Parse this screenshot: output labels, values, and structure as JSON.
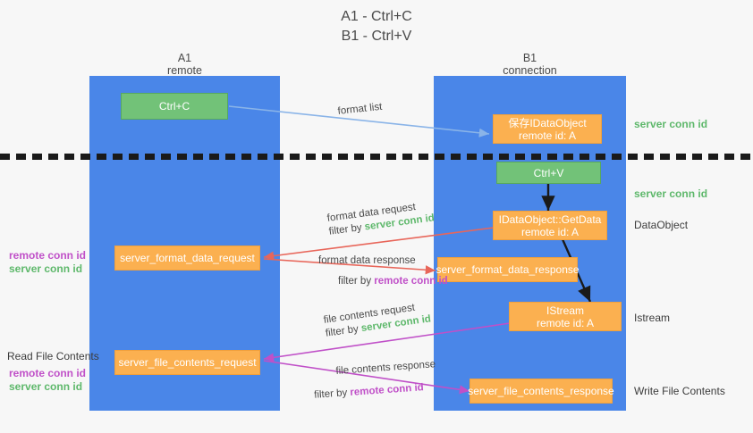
{
  "diagram": {
    "title_line1": "A1 - Ctrl+C",
    "title_line2": "B1 - Ctrl+V",
    "type": "sequence-flow",
    "colors": {
      "lane": "#4a86e8",
      "green_box": "#72c278",
      "orange_box": "#fbb050",
      "server_conn_id": "#5eb86b",
      "remote_conn_id": "#c050c8",
      "text": "#3c3c3c",
      "background": "#f7f7f7"
    },
    "lanes": [
      {
        "name": "A1",
        "sub": "remote"
      },
      {
        "name": "B1",
        "sub": "connection"
      }
    ],
    "nodes": [
      {
        "id": "ctrl-c",
        "label_line1": "Ctrl+C",
        "label_line2": "",
        "color": "green",
        "lane": "A1"
      },
      {
        "id": "save-idataobject",
        "label_line1": "保存IDataObject",
        "label_line2": "remote id: A",
        "color": "orange",
        "lane": "B1"
      },
      {
        "id": "ctrl-v",
        "label_line1": "Ctrl+V",
        "label_line2": "",
        "color": "green",
        "lane": "B1"
      },
      {
        "id": "getdata",
        "label_line1": "IDataObject::GetData",
        "label_line2": "remote id: A",
        "color": "orange",
        "lane": "B1"
      },
      {
        "id": "server-format-data-request",
        "label_line1": "server_format_data_request",
        "label_line2": "",
        "color": "orange",
        "lane": "A1"
      },
      {
        "id": "server-format-data-response",
        "label_line1": "server_format_data_response",
        "label_line2": "",
        "color": "orange",
        "lane": "B1"
      },
      {
        "id": "istream",
        "label_line1": "IStream",
        "label_line2": "remote id: A",
        "color": "orange",
        "lane": "B1"
      },
      {
        "id": "server-file-contents-request",
        "label_line1": "server_file_contents_request",
        "label_line2": "",
        "color": "orange",
        "lane": "A1"
      },
      {
        "id": "server-file-contents-response",
        "label_line1": "server_file_contents_response",
        "label_line2": "",
        "color": "orange",
        "lane": "B1"
      }
    ],
    "edges": [
      {
        "id": "format-list",
        "label": "format list",
        "filter_prefix": "",
        "filter_value": "",
        "color": "#8ab4e8"
      },
      {
        "id": "format-data-request",
        "label": "format data request",
        "filter_prefix": "filter by ",
        "filter_value": "server conn id",
        "filter_kind": "server",
        "color": "#e8665a"
      },
      {
        "id": "format-data-response",
        "label": "format data response",
        "filter_prefix": "filter by ",
        "filter_value": "remote conn id",
        "filter_kind": "remote",
        "color": "#e8665a"
      },
      {
        "id": "file-contents-request",
        "label": "file contents request",
        "filter_prefix": "filter by ",
        "filter_value": "server conn id",
        "filter_kind": "server",
        "color": "#c050c8"
      },
      {
        "id": "file-contents-response",
        "label": "file contents response",
        "filter_prefix": "filter by ",
        "filter_value": "remote conn id",
        "filter_kind": "remote",
        "color": "#c050c8"
      }
    ],
    "right_labels": [
      {
        "id": "server-conn-id-top",
        "text": "server conn id",
        "kind": "server"
      },
      {
        "id": "server-conn-id-mid",
        "text": "server conn id",
        "kind": "server"
      },
      {
        "id": "dataobject",
        "text": "DataObject",
        "kind": "plain"
      },
      {
        "id": "istream-label",
        "text": "Istream",
        "kind": "plain"
      },
      {
        "id": "write-file-contents",
        "text": "Write File Contents",
        "kind": "plain"
      }
    ],
    "left_labels": [
      {
        "id": "remote-conn-id-1",
        "text": "remote conn id",
        "kind": "remote"
      },
      {
        "id": "server-conn-id-1",
        "text": "server conn id",
        "kind": "server"
      },
      {
        "id": "read-file-contents",
        "text": "Read File Contents",
        "kind": "plain"
      },
      {
        "id": "remote-conn-id-2",
        "text": "remote conn id",
        "kind": "remote"
      },
      {
        "id": "server-conn-id-2",
        "text": "server conn id",
        "kind": "server"
      }
    ]
  }
}
